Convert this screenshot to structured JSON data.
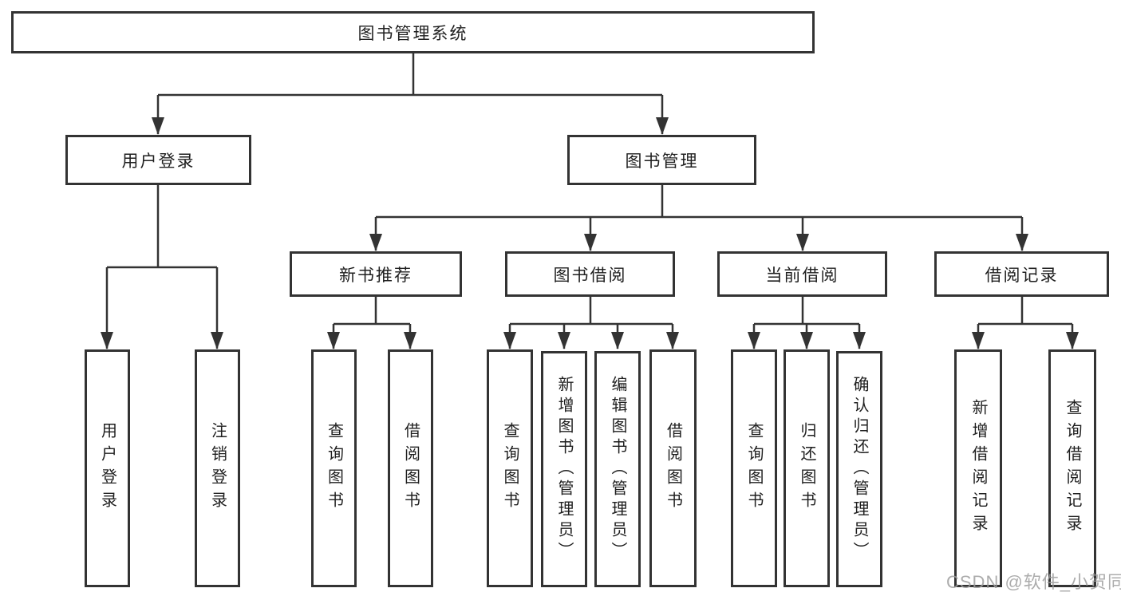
{
  "tree": {
    "root": "图书管理系统",
    "level2": [
      "用户登录",
      "图书管理"
    ],
    "level3": [
      "新书推荐",
      "图书借阅",
      "当前借阅",
      "借阅记录"
    ],
    "leaves": {
      "user_login": [
        "用户登录",
        "注销登录"
      ],
      "new_books": [
        "查询图书",
        "借阅图书"
      ],
      "book_borrow": [
        "查询图书",
        "新增图书（管理员）",
        "编辑图书（管理员）",
        "借阅图书"
      ],
      "current_borrow": [
        "查询图书",
        "归还图书",
        "确认归还（管理员）"
      ],
      "borrow_records": [
        "新增借阅记录",
        "查询借阅记录"
      ]
    }
  },
  "watermark": "CSDN @软件_小贺同学",
  "colors": {
    "line": "#333333",
    "text": "#1f1f1f",
    "watermark": "#9e9e9e",
    "background": "#ffffff"
  }
}
